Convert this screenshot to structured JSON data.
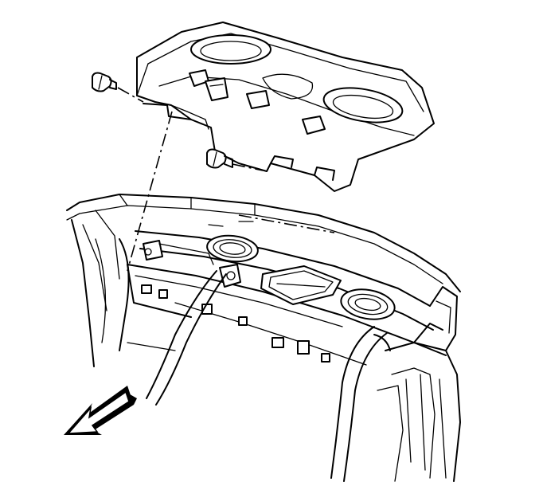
{
  "diagram": {
    "parts": [
      {
        "name": "rear-window-trim-panel"
      },
      {
        "name": "push-pin-retainer-upper"
      },
      {
        "name": "push-pin-retainer-lower"
      },
      {
        "name": "rear-shelf-frame"
      },
      {
        "name": "left-speaker-opening"
      },
      {
        "name": "right-speaker-opening"
      },
      {
        "name": "center-high-mount-stop-lamp-opening"
      },
      {
        "name": "seat-belt-webbing"
      }
    ],
    "arrow": {
      "direction": "front-of-vehicle",
      "icon": "front-direction-arrow-icon"
    },
    "colors": {
      "line": "#000000",
      "background": "#ffffff"
    }
  }
}
